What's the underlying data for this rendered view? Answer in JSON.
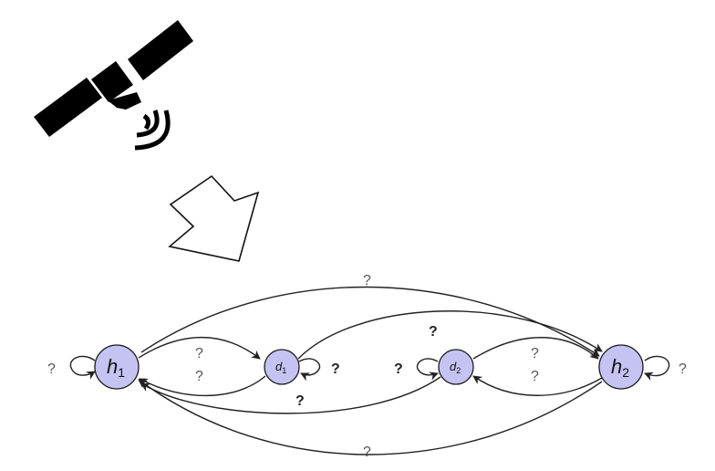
{
  "icons": {
    "satellite": "satellite-icon",
    "arrow": "down-left-arrow-icon"
  },
  "colors": {
    "node_fill": "#c4c3f2",
    "stroke": "#222222"
  },
  "nodes": {
    "h1": {
      "base": "h",
      "sub": "1"
    },
    "d1": {
      "base": "d",
      "sub": "1"
    },
    "d2": {
      "base": "d",
      "sub": "2"
    },
    "h2": {
      "base": "h",
      "sub": "2"
    }
  },
  "edge_labels": {
    "h1_self": "?",
    "h2_self": "?",
    "d1_self": "?",
    "d2_self": "?",
    "h1_d1": "?",
    "d1_h1": "?",
    "d2_h2": "?",
    "h2_d2": "?",
    "h1_h2_top": "?",
    "h2_h1_bottom": "?",
    "d1_h2": "?",
    "d2_h1": "?"
  }
}
